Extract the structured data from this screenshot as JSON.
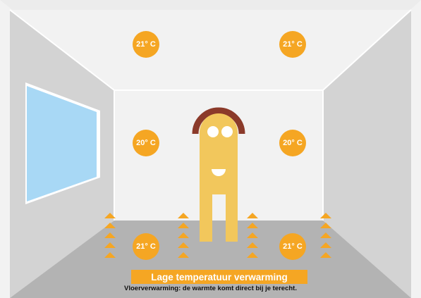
{
  "temperatures": {
    "top_left": "21° C",
    "top_right": "21° C",
    "middle_left": "20° C",
    "middle_right": "20° C",
    "bottom_left": "21° C",
    "bottom_right": "21° C"
  },
  "caption": "Lage temperatuur verwarming",
  "subcaption": "Vloerverwarming: de warmte komt direct bij je terecht.",
  "colors": {
    "accent": "#f5a623",
    "figure": "#f2c75c",
    "hair": "#8b3a2a",
    "window": "#a8d8f5",
    "floor": "#b3b3b3",
    "wall": "#d3d3d3",
    "back_wall": "#f0f0f0"
  },
  "icons": [
    "heat-arrow-icon",
    "window-icon",
    "person-figure-icon"
  ]
}
